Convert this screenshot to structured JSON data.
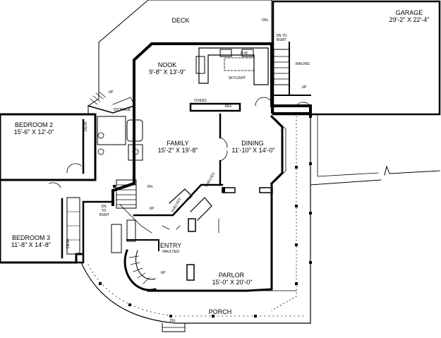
{
  "rooms": {
    "deck": {
      "name": "DECK"
    },
    "garage": {
      "name": "GARAGE",
      "dims": "29'-2\" X 22'-4\""
    },
    "nook": {
      "name": "NOOK",
      "dims": "9'-8\" X 13'-9\""
    },
    "bedroom2": {
      "name": "BEDROOM 2",
      "dims": "15'-6\" X 12'-0\""
    },
    "family": {
      "name": "FAMILY",
      "dims": "15'-2\" X 19'-8\""
    },
    "dining": {
      "name": "DINING",
      "dims": "11'-10\" X 14'-0\""
    },
    "bedroom3": {
      "name": "BEDROOM 3",
      "dims": "11'-8\" X 14'-8\""
    },
    "entry": {
      "name": "ENTRY",
      "note": "VAULTED"
    },
    "parlor": {
      "name": "PARLOR",
      "dims": "15'-0\" X 20'-0\""
    },
    "porch": {
      "name": "PORCH"
    }
  },
  "annotations": {
    "dn_deck": "DN.",
    "dn_to_bsmt_top_1": "DN TO",
    "dn_to_bsmt_top_2": "BSMT",
    "railing": "RAILING",
    "up_garage": "UP",
    "dw": "D W",
    "skylight": "SKYLIGHT",
    "ovens": "OVENS",
    "ref": "REF.",
    "up_storage": "UP",
    "storage": "STORAGE",
    "desk_bed2": "DESK",
    "dn_center": "DN.",
    "dn_to_bsmt_1": "DN",
    "dn_to_bsmt_2": "TO",
    "dn_to_bsmt_3": "BSMT",
    "up_center": "UP",
    "shelves_1": "SHELVES",
    "shelves_2": "SHELVES",
    "desk_bed3": "DESK",
    "up_entry": "UP",
    "dn_porch": "DN."
  }
}
